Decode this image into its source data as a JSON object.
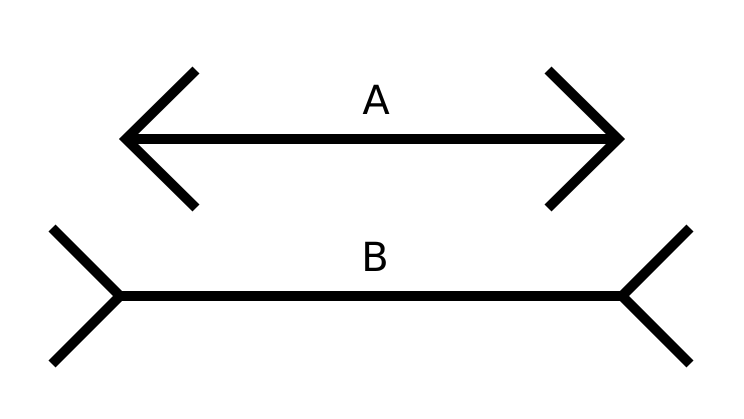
{
  "colors": {
    "background": "#ffffff",
    "ink": "#000000"
  },
  "lines": [
    {
      "id": "A",
      "label": "A",
      "fins": "inward-arrowheads"
    },
    {
      "id": "B",
      "label": "B",
      "fins": "outward-tails"
    }
  ]
}
